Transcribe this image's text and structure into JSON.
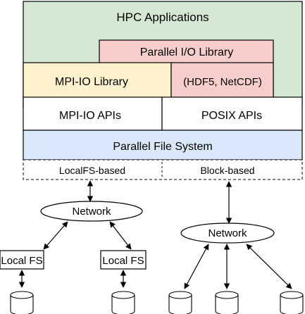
{
  "colors": {
    "hpc_fill": "#d5e8d4",
    "parallel_io_fill": "#f8cecc",
    "mpiio_lib_fill": "#fff2cc",
    "pfs_fill": "#dae8fc",
    "stroke": "#000000",
    "white": "#ffffff"
  },
  "labels": {
    "hpc_applications": "HPC Applications",
    "parallel_io_library": "Parallel I/O Library",
    "mpiio_library": "MPI-IO Library",
    "hdf5_netcdf": "(HDF5, NetCDF)",
    "mpiio_apis": "MPI-IO APIs",
    "posix_apis": "POSIX APIs",
    "parallel_file_system": "Parallel File System",
    "localfs_based": "LocalFS-based",
    "block_based": "Block-based",
    "network_left": "Network",
    "network_right": "Network",
    "local_fs_1": "Local FS",
    "local_fs_2": "Local FS"
  }
}
